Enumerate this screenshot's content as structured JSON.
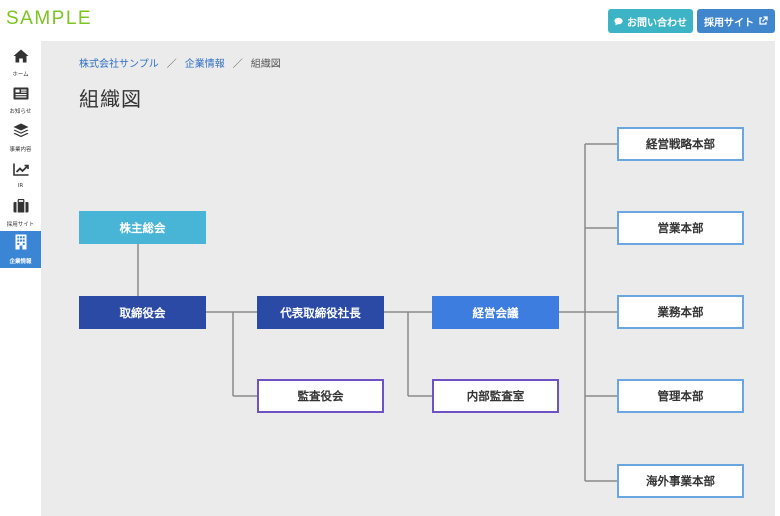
{
  "header": {
    "logo": "SAMPLE",
    "contact_label": "お問い合わせ",
    "recruit_label": "採用サイト"
  },
  "sidebar": {
    "items": [
      {
        "label": "ホーム",
        "icon": "home-icon"
      },
      {
        "label": "お知らせ",
        "icon": "news-icon"
      },
      {
        "label": "事業内容",
        "icon": "layers-icon"
      },
      {
        "label": "IR",
        "icon": "chart-icon"
      },
      {
        "label": "採用サイト",
        "icon": "briefcase-icon"
      },
      {
        "label": "企業情報",
        "icon": "building-icon",
        "active": true
      }
    ]
  },
  "breadcrumb": {
    "items": [
      "株式会社サンプル",
      "企業情報",
      "組織図"
    ],
    "separator": "／"
  },
  "page_title": "組織図",
  "org_chart": {
    "shareholders": "株主総会",
    "board": "取締役会",
    "president": "代表取締役社長",
    "management_meeting": "経営会議",
    "auditors": "監査役会",
    "internal_audit": "内部監査室",
    "divisions": [
      "経営戦略本部",
      "営業本部",
      "業務本部",
      "管理本部",
      "海外事業本部"
    ]
  },
  "colors": {
    "accent_green": "#7cc520",
    "contact_button": "#3cb4c5",
    "recruit_button": "#3f86cc",
    "active_sidebar": "#3a86d4",
    "shareholders_box": "#48b4d6",
    "board_box": "#2a4aa6",
    "management_box": "#3d7de0",
    "audit_border": "#6f52c4",
    "division_border": "#6aa6e2"
  }
}
